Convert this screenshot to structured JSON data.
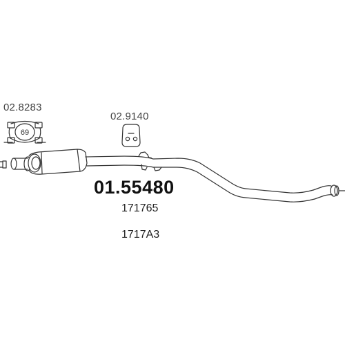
{
  "parts": {
    "clamp_code": "02.8283",
    "clamp_size": "69",
    "hanger_code": "02.9140",
    "main_code": "01.55480",
    "oe_number_1": "171765",
    "oe_number_2": "1717A3"
  }
}
